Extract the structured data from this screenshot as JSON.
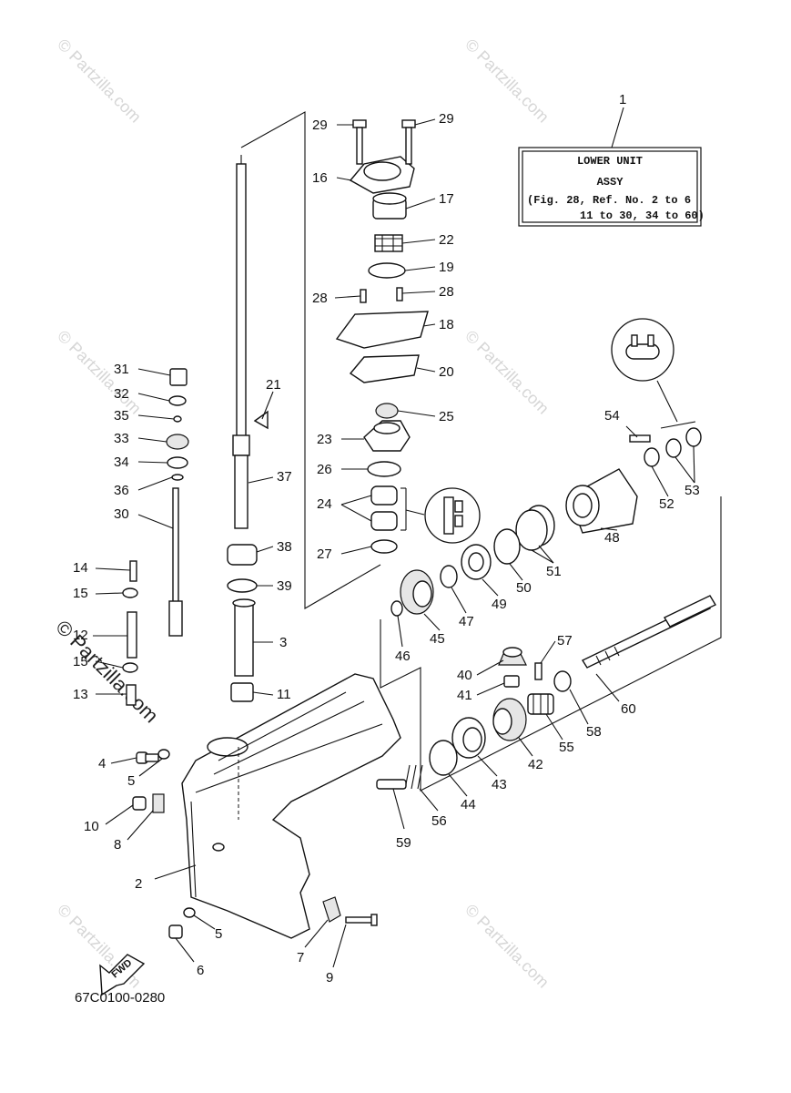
{
  "diagram": {
    "info_box": {
      "ref_number": "1",
      "lines": [
        "LOWER UNIT",
        "ASSY",
        "(Fig. 28, Ref. No. 2 to 6",
        "11 to 30, 34 to 60)"
      ]
    },
    "fwd_label": "FWD",
    "part_code": "67C0100-0280",
    "watermark_text": "© Partzilla.com",
    "callouts": [
      {
        "id": "29a",
        "label": "29"
      },
      {
        "id": "29b",
        "label": "29"
      },
      {
        "id": "16",
        "label": "16"
      },
      {
        "id": "17",
        "label": "17"
      },
      {
        "id": "22",
        "label": "22"
      },
      {
        "id": "19",
        "label": "19"
      },
      {
        "id": "28a",
        "label": "28"
      },
      {
        "id": "28b",
        "label": "28"
      },
      {
        "id": "18",
        "label": "18"
      },
      {
        "id": "20",
        "label": "20"
      },
      {
        "id": "21",
        "label": "21"
      },
      {
        "id": "25",
        "label": "25"
      },
      {
        "id": "23",
        "label": "23"
      },
      {
        "id": "26",
        "label": "26"
      },
      {
        "id": "37",
        "label": "37"
      },
      {
        "id": "24",
        "label": "24"
      },
      {
        "id": "27",
        "label": "27"
      },
      {
        "id": "38",
        "label": "38"
      },
      {
        "id": "39",
        "label": "39"
      },
      {
        "id": "3",
        "label": "3"
      },
      {
        "id": "11",
        "label": "11"
      },
      {
        "id": "31",
        "label": "31"
      },
      {
        "id": "32",
        "label": "32"
      },
      {
        "id": "35",
        "label": "35"
      },
      {
        "id": "33",
        "label": "33"
      },
      {
        "id": "34",
        "label": "34"
      },
      {
        "id": "36",
        "label": "36"
      },
      {
        "id": "30",
        "label": "30"
      },
      {
        "id": "14",
        "label": "14"
      },
      {
        "id": "15a",
        "label": "15"
      },
      {
        "id": "12",
        "label": "12"
      },
      {
        "id": "15b",
        "label": "15"
      },
      {
        "id": "13",
        "label": "13"
      },
      {
        "id": "4",
        "label": "4"
      },
      {
        "id": "5a",
        "label": "5"
      },
      {
        "id": "10",
        "label": "10"
      },
      {
        "id": "8",
        "label": "8"
      },
      {
        "id": "2",
        "label": "2"
      },
      {
        "id": "5b",
        "label": "5"
      },
      {
        "id": "6",
        "label": "6"
      },
      {
        "id": "7",
        "label": "7"
      },
      {
        "id": "9",
        "label": "9"
      },
      {
        "id": "54",
        "label": "54"
      },
      {
        "id": "52",
        "label": "52"
      },
      {
        "id": "53",
        "label": "53"
      },
      {
        "id": "48",
        "label": "48"
      },
      {
        "id": "51",
        "label": "51"
      },
      {
        "id": "50",
        "label": "50"
      },
      {
        "id": "49",
        "label": "49"
      },
      {
        "id": "47",
        "label": "47"
      },
      {
        "id": "45",
        "label": "45"
      },
      {
        "id": "46",
        "label": "46"
      },
      {
        "id": "57",
        "label": "57"
      },
      {
        "id": "40",
        "label": "40"
      },
      {
        "id": "41",
        "label": "41"
      },
      {
        "id": "60",
        "label": "60"
      },
      {
        "id": "58",
        "label": "58"
      },
      {
        "id": "55",
        "label": "55"
      },
      {
        "id": "42",
        "label": "42"
      },
      {
        "id": "43",
        "label": "43"
      },
      {
        "id": "44",
        "label": "44"
      },
      {
        "id": "56",
        "label": "56"
      },
      {
        "id": "59",
        "label": "59"
      }
    ]
  }
}
